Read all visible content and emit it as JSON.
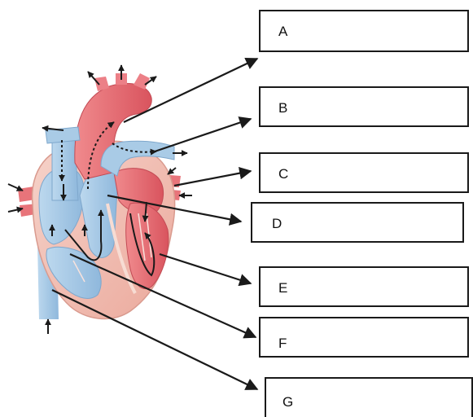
{
  "diagram": {
    "labels": [
      {
        "id": "a",
        "text": "A"
      },
      {
        "id": "b",
        "text": "B"
      },
      {
        "id": "c",
        "text": "C"
      },
      {
        "id": "d",
        "text": "D"
      },
      {
        "id": "e",
        "text": "E"
      },
      {
        "id": "f",
        "text": "F"
      },
      {
        "id": "g",
        "text": "G"
      }
    ]
  },
  "colors": {
    "oxygenated": "#e8747a",
    "deoxygenated": "#a9cbe6",
    "muscle": "#f4c4ba",
    "line": "#1a1a1a"
  }
}
